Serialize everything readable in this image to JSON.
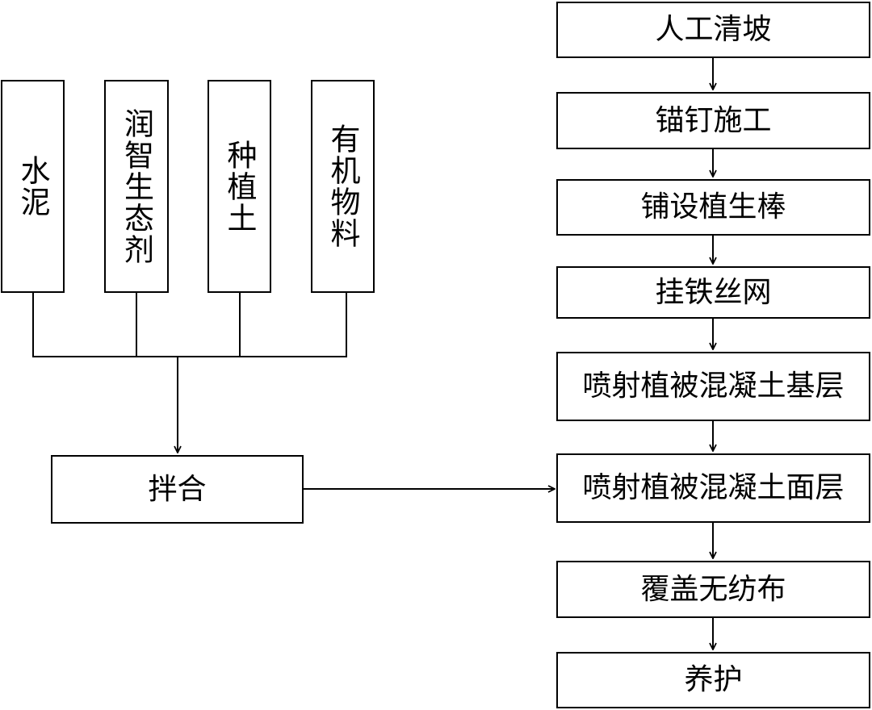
{
  "ingredients": {
    "cement": "水泥",
    "agent": "润智生态剂",
    "soil": "种植土",
    "organic": "有机物料"
  },
  "mixing": "拌合",
  "steps": [
    "人工清坡",
    "锚钉施工",
    "铺设植生棒",
    "挂铁丝网",
    "喷射植被混凝土基层",
    "喷射植被混凝土面层",
    "覆盖无纺布",
    "养护"
  ]
}
